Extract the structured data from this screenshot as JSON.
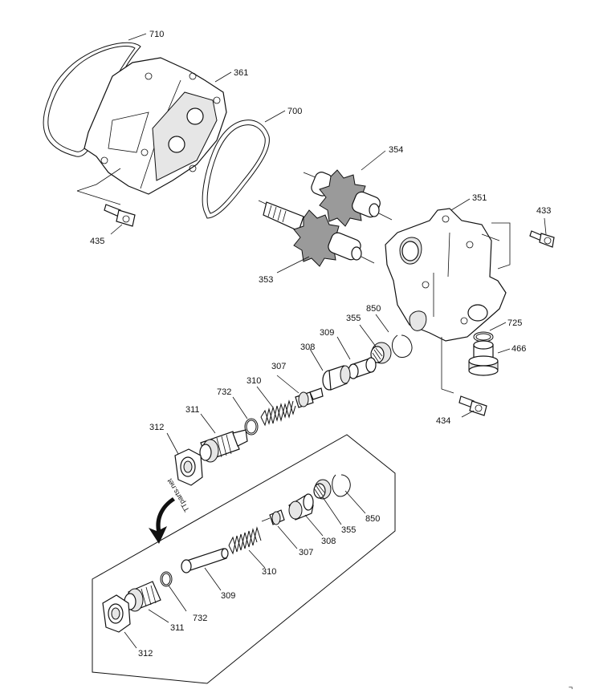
{
  "labels": {
    "p710": "710",
    "p361": "361",
    "p700": "700",
    "p354": "354",
    "p351": "351",
    "p433": "433",
    "p435": "435",
    "p353": "353",
    "p850": "850",
    "p355": "355",
    "p725": "725",
    "p309": "309",
    "p466": "466",
    "p308": "308",
    "p307": "307",
    "p310": "310",
    "p732": "732",
    "p311": "311",
    "p434": "434",
    "p312": "312",
    "detail_850": "850",
    "detail_355": "355",
    "detail_308": "308",
    "detail_307": "307",
    "detail_310": "310",
    "detail_309": "309",
    "detail_732": "732",
    "detail_311": "311",
    "detail_312": "312"
  },
  "side_note": "TTparts.net",
  "corner_mark": "¬"
}
